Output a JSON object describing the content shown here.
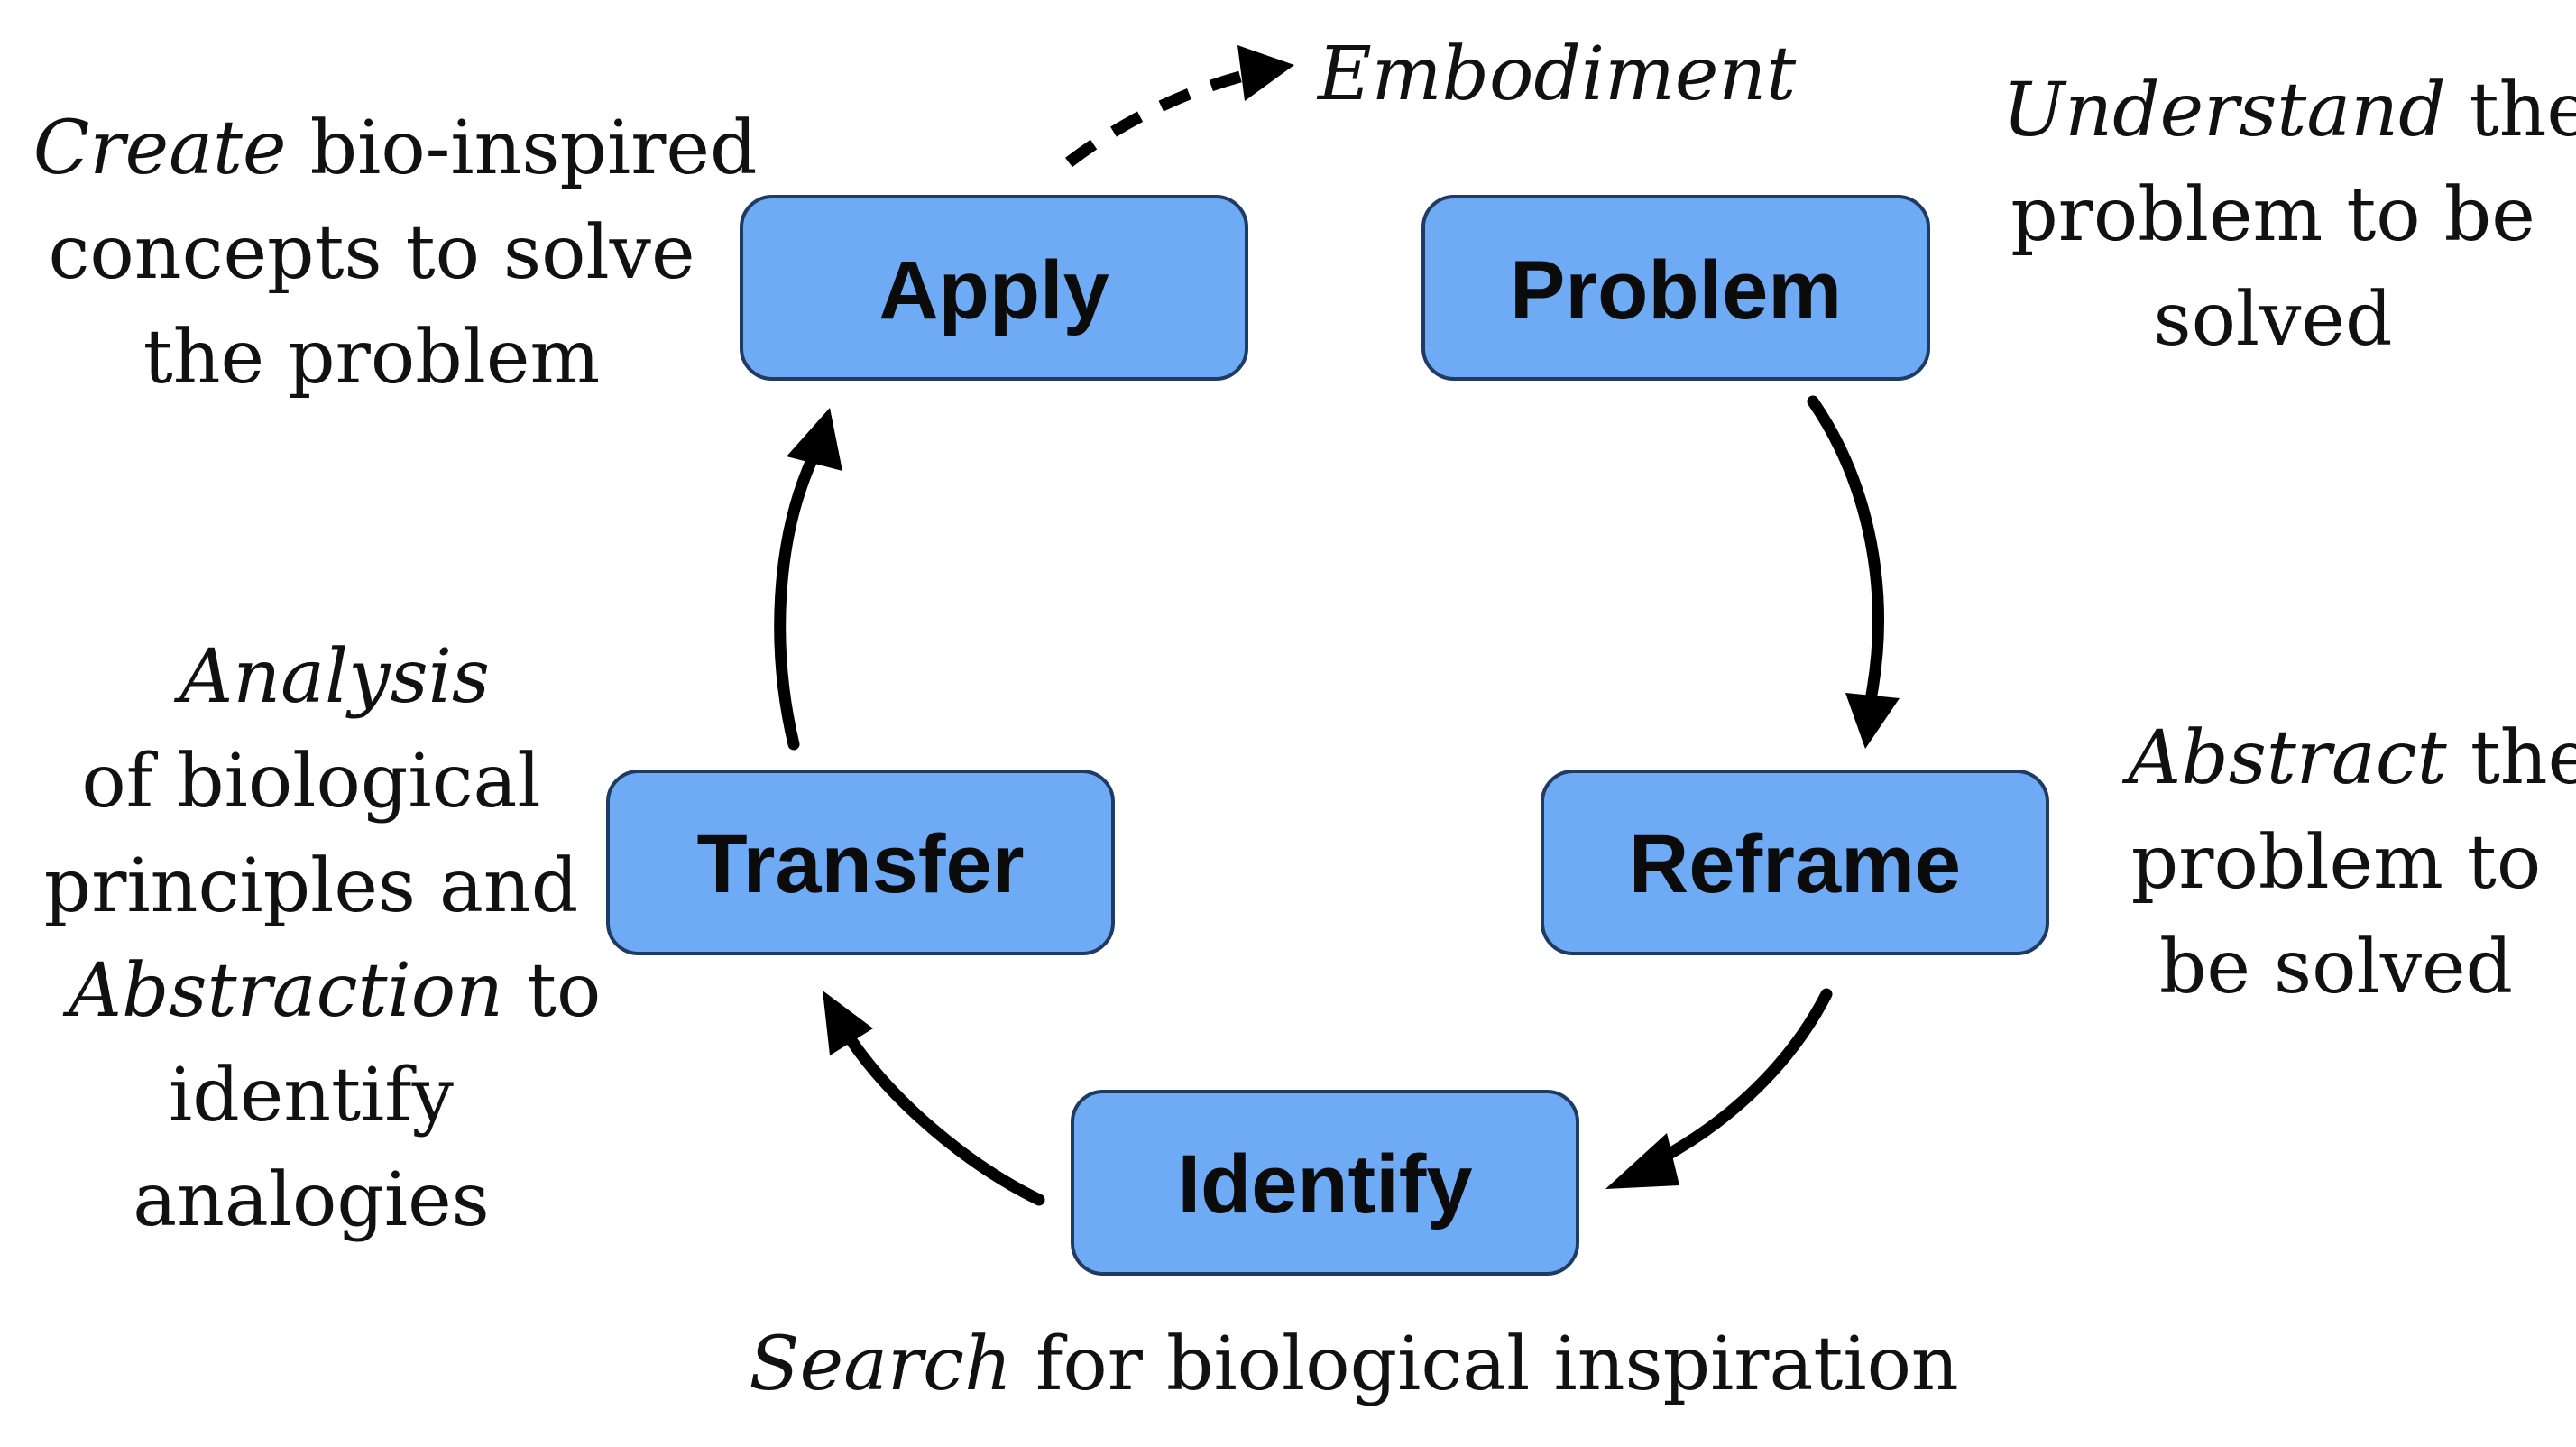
{
  "boxes": {
    "apply": "Apply",
    "problem": "Problem",
    "reframe": "Reframe",
    "identify": "Identify",
    "transfer": "Transfer"
  },
  "notes": {
    "embodiment": "Embodiment",
    "apply": {
      "em": "Create",
      "line1_rest": " bio-inspired",
      "line2": "concepts to solve",
      "line3": "the problem"
    },
    "problem": {
      "em": "Understand",
      "line1_rest": " the",
      "line2": "problem to be",
      "line3": "solved"
    },
    "reframe": {
      "em": "Abstract",
      "line1_rest": " the",
      "line2": "problem to",
      "line3": "be solved"
    },
    "identify": {
      "em": "Search",
      "line1_rest": " for biological inspiration"
    },
    "transfer": {
      "line1_em": "Analysis",
      "line2": "of biological",
      "line3": "principles and",
      "line4_em": "Abstraction",
      "line4_rest": " to",
      "line5": "identify",
      "line6": "analogies"
    }
  }
}
